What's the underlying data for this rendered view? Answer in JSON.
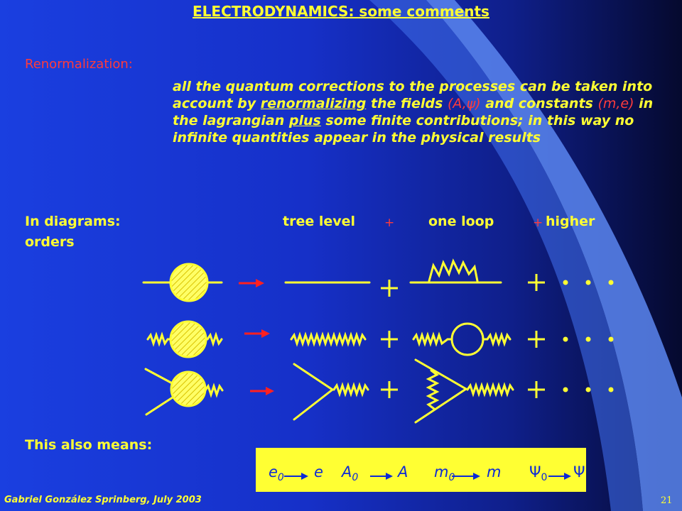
{
  "title": "ELECTRODYNAMICS: some comments",
  "renormalization": {
    "label": "Renormalization:",
    "p1": "all the quantum corrections to the processes can be taken into account by ",
    "renormalizing": "renormalizing",
    "p2": " the fields ",
    "fields": "(A,ψ)",
    "p3": " and constants ",
    "constants": "(m,e)",
    "p4": " in the lagrangian ",
    "plus": "plus",
    "p5": " some finite contributions; in this way no infinite quantities appear in the physical results"
  },
  "diagrams_row": {
    "label": "In diagrams:",
    "tree": "tree level",
    "plus1": "+",
    "loop": "one loop",
    "plus2": "+",
    "higher": "higher",
    "orders": "orders"
  },
  "means_label": "This also means:",
  "equivalences": [
    {
      "from": "e",
      "from_sub": "0",
      "to": "e"
    },
    {
      "from": "A",
      "from_sub": "0",
      "to": "A"
    },
    {
      "from": "m",
      "from_sub": "0",
      "to": "m"
    },
    {
      "from": "Ψ",
      "from_sub": "0",
      "to": "Ψ"
    }
  ],
  "footer": {
    "author": "Gabriel González Sprinberg, July 2003",
    "page": "21"
  },
  "colors": {
    "yellow": "#ffff33",
    "red": "#ff3b3b",
    "blue_bg": "#1a3fe0"
  }
}
